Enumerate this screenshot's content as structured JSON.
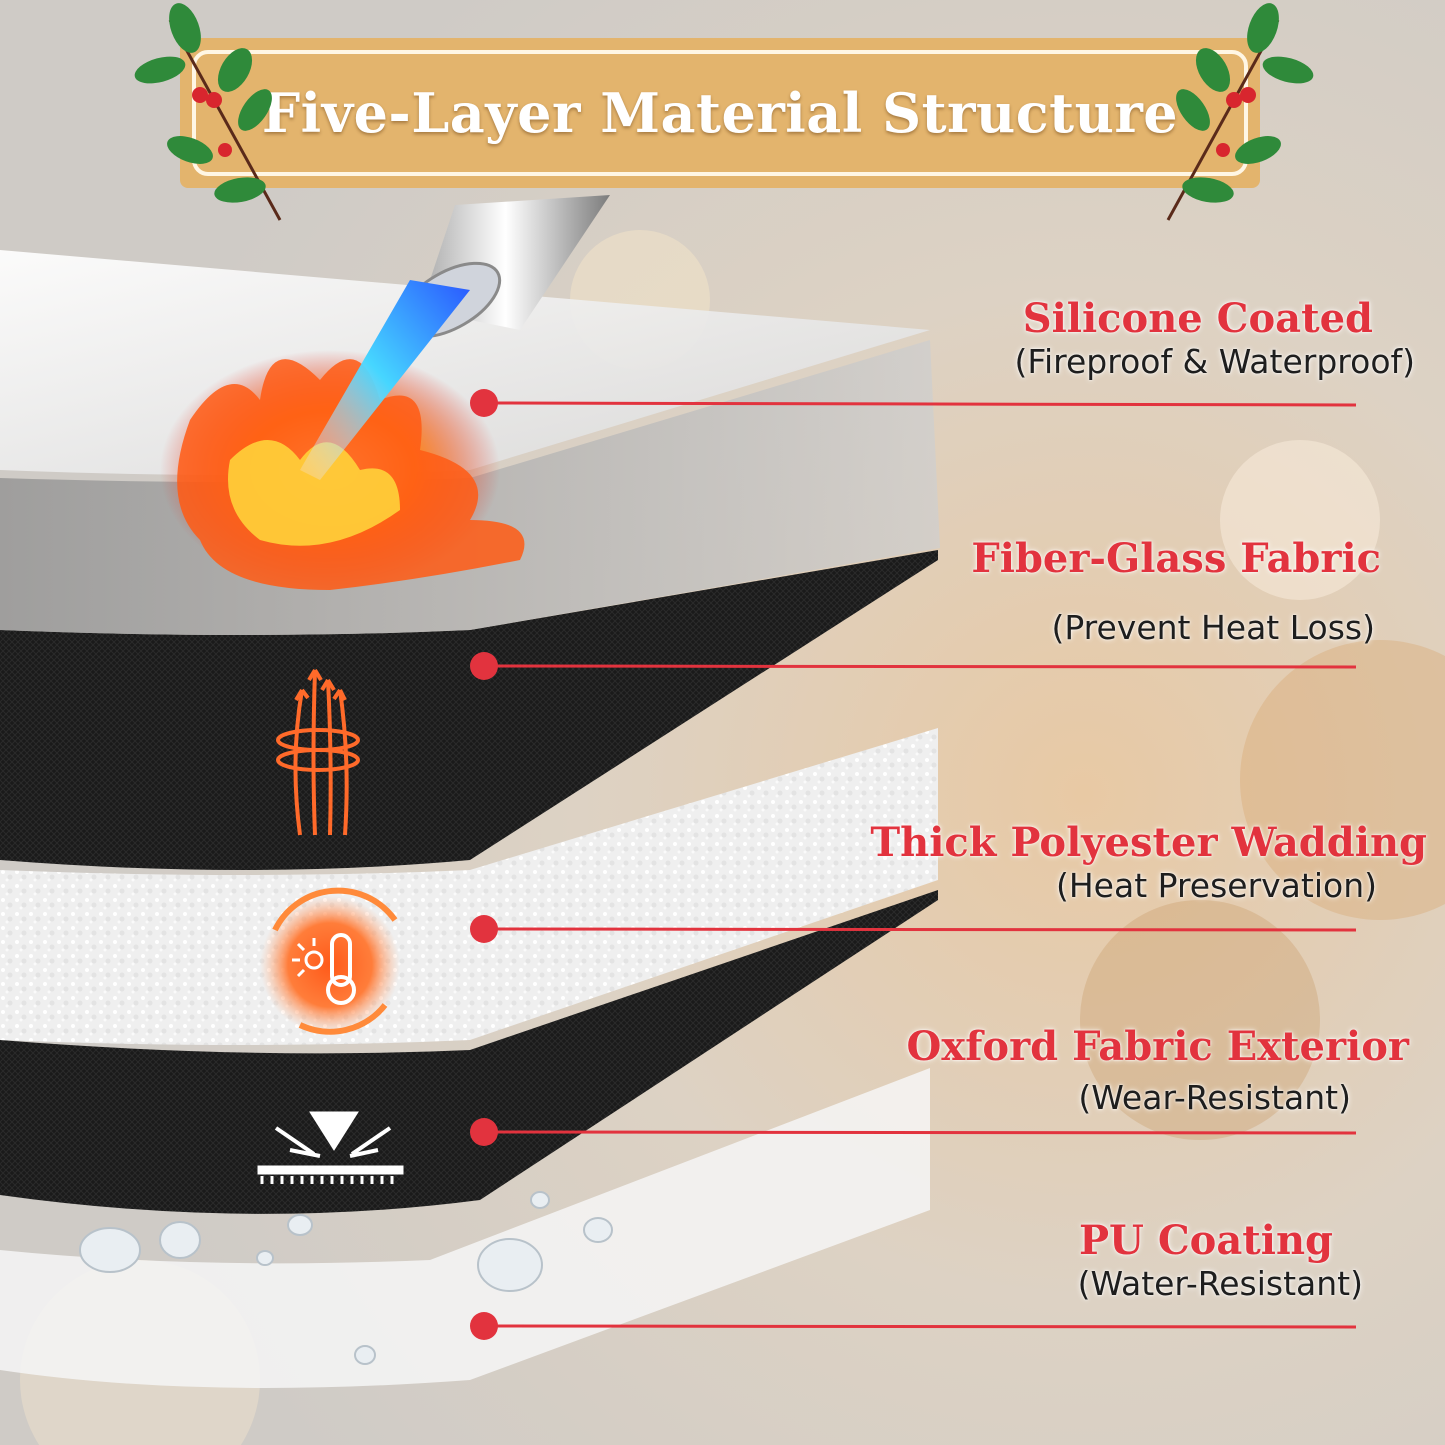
{
  "banner": {
    "title": "Five-Layer Material Structure"
  },
  "layers": [
    {
      "title": "Silicone Coated",
      "subtitle": "(Fireproof & Waterproof)",
      "icon": "flame-torch-icon"
    },
    {
      "title": "Fiber-Glass Fabric",
      "subtitle": "(Prevent Heat Loss)",
      "icon": "heat-arrows-icon"
    },
    {
      "title": "Thick Polyester Wadding",
      "subtitle": "(Heat Preservation)",
      "icon": "thermometer-icon"
    },
    {
      "title": "Oxford Fabric Exterior",
      "subtitle": "(Wear-Resistant)",
      "icon": "wear-resistant-icon"
    },
    {
      "title": "PU Coating",
      "subtitle": "(Water-Resistant)",
      "icon": "water-drops-icon"
    }
  ],
  "colors": {
    "accent": "#e2333e",
    "banner": "#e3b46d",
    "dark_layer": "#161616",
    "light_layer": "#f2f2f2"
  }
}
